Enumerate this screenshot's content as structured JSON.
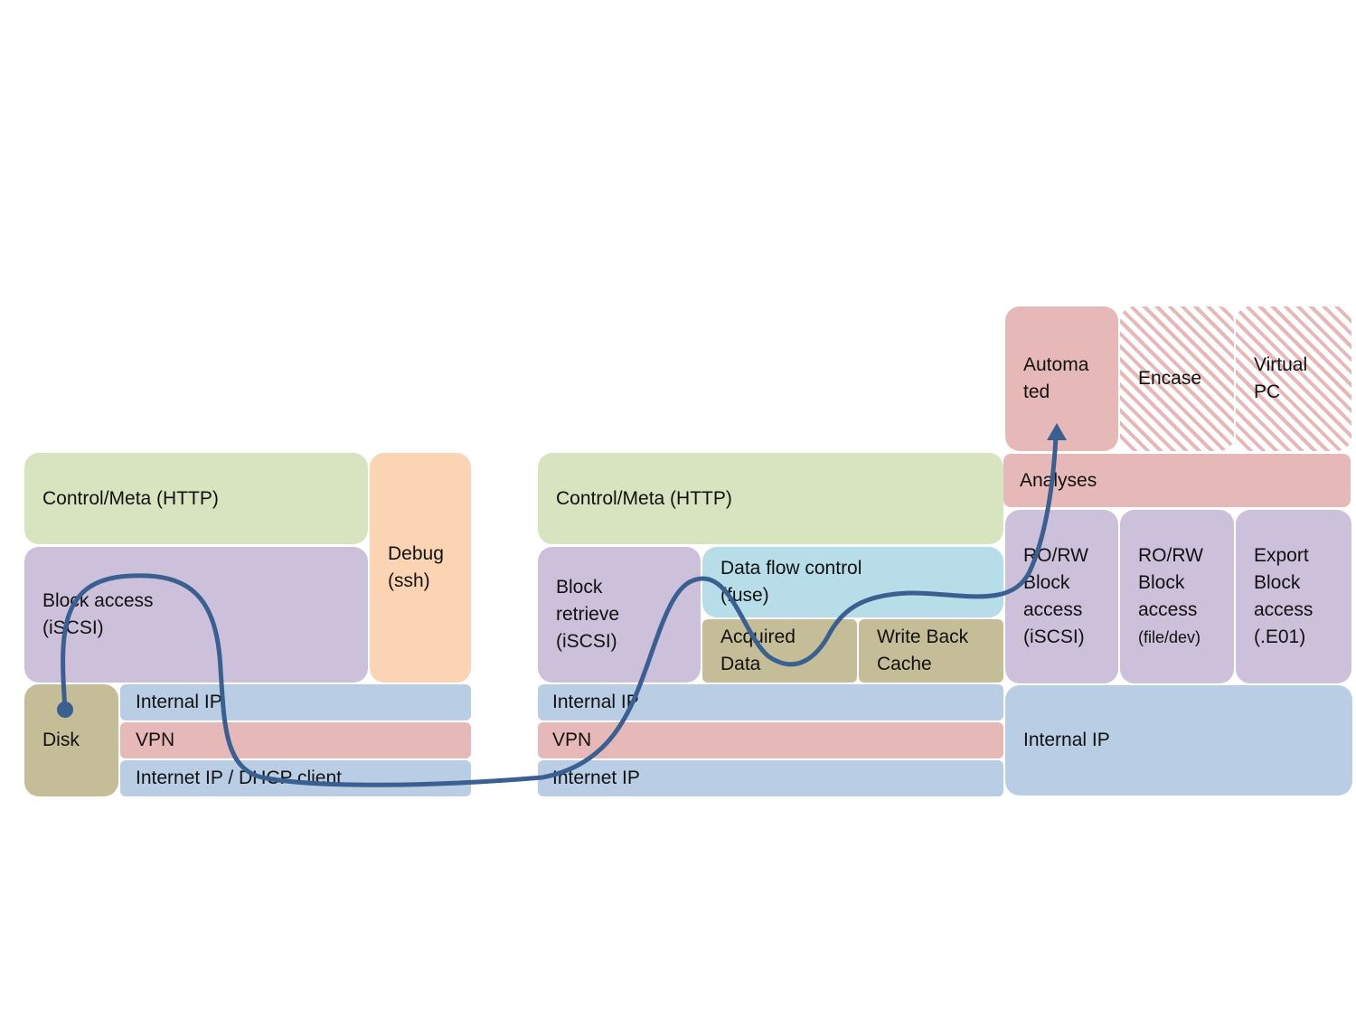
{
  "left_node": {
    "control": "Control/Meta (HTTP)",
    "debug": [
      "Debug",
      "(ssh)"
    ],
    "block_access": [
      "Block access",
      "(iSCSI)"
    ],
    "disk": "Disk",
    "internal_ip": "Internal IP",
    "vpn": "VPN",
    "internet_ip": "Internet IP / DHCP client"
  },
  "middle_node": {
    "control": "Control/Meta (HTTP)",
    "block_retrieve": [
      "Block",
      "retrieve",
      "(iSCSI)"
    ],
    "data_flow": [
      "Data flow control",
      "(fuse)"
    ],
    "acquired": [
      "Acquired",
      "Data"
    ],
    "write_back": [
      "Write Back",
      "Cache"
    ],
    "internal_ip": "Internal IP",
    "vpn": "VPN",
    "internet_ip": "Internet IP"
  },
  "right_node": {
    "automated": [
      "Automa",
      "ted"
    ],
    "encase": "Encase",
    "virtual_pc": [
      "Virtual",
      "PC"
    ],
    "analyses": "Analyses",
    "rorw_iscsi": [
      "RO/RW",
      "Block",
      "access",
      "(iSCSI)"
    ],
    "rorw_file": [
      "RO/RW",
      "Block",
      "access",
      "(file/dev)"
    ],
    "export": [
      "Export",
      "Block",
      "access",
      "(.E01)"
    ],
    "internal_ip": "Internal IP"
  },
  "colors": {
    "green": "#d8e4bf",
    "purple": "#ccc0da",
    "orange": "#fbd4b4",
    "tan": "#c4bd97",
    "blue": "#b9cde5",
    "pink": "#e6b9b8",
    "cyan": "#b7dde8",
    "flow_arrow": "#3a5f91"
  }
}
